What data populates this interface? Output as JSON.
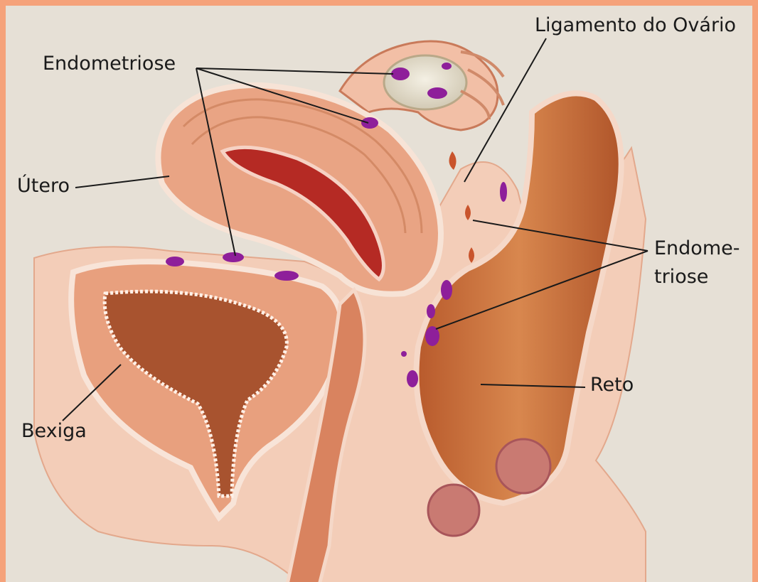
{
  "labels": {
    "endometriose_top": "Endometriose",
    "ligamento": "Ligamento do Ovário",
    "utero": "Útero",
    "endometriose_right_line1": "Endome-",
    "endometriose_right_line2": "triose",
    "reto": "Reto",
    "bexiga": "Bexiga"
  },
  "colors": {
    "frame": "#f5a27a",
    "background": "#e6e0d6",
    "tissue": "#f2c0a8",
    "muscle": "#d98a62",
    "cavity": "#b84a2a",
    "blood": "#c0262a",
    "lesion": "#8e1f9a",
    "leader": "#1a1a1a"
  }
}
